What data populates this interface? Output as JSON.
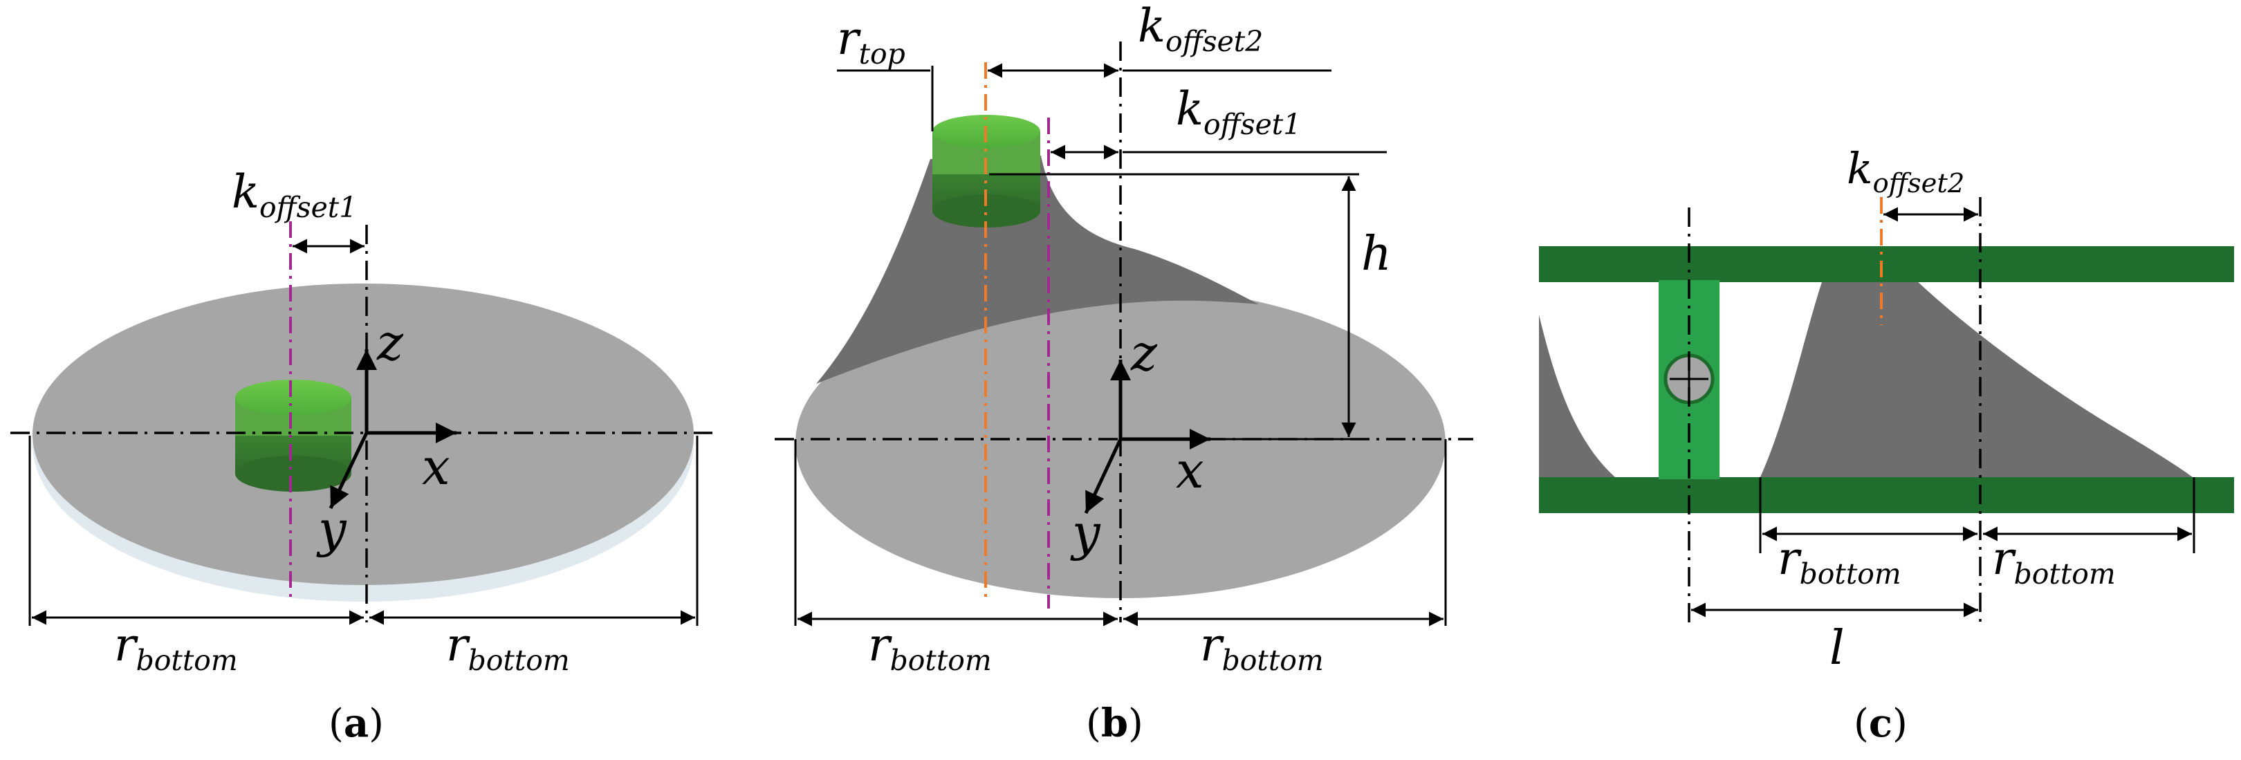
{
  "panels": {
    "a": {
      "caption": "a",
      "labels": {
        "k1_main": "k",
        "k1_sub": "offset1",
        "z": "z",
        "x": "x",
        "y": "y",
        "rb_left_main": "r",
        "rb_left_sub": "bottom",
        "rb_right_main": "r",
        "rb_right_sub": "bottom"
      }
    },
    "b": {
      "caption": "b",
      "labels": {
        "rtop_main": "r",
        "rtop_sub": "top",
        "k2_main": "k",
        "k2_sub": "offset2",
        "k1_main": "k",
        "k1_sub": "offset1",
        "h": "h",
        "z": "z",
        "x": "x",
        "y": "y",
        "rb_left_main": "r",
        "rb_left_sub": "bottom",
        "rb_right_main": "r",
        "rb_right_sub": "bottom"
      }
    },
    "c": {
      "caption": "c",
      "labels": {
        "k2_main": "k",
        "k2_sub": "offset2",
        "rb_left_main": "r",
        "rb_left_sub": "bottom",
        "rb_right_main": "r",
        "rb_right_sub": "bottom",
        "l": "l"
      }
    }
  },
  "colors": {
    "green_light": "#5cb85c",
    "green_dark": "#2e7d32",
    "bar_green": "#1f6e2e",
    "pillar_green": "#2aa14b",
    "grey_disc": "#a6a6a6",
    "grey_membrane": "#6e6e6e",
    "orange_line": "#f07a2a",
    "magenta_line": "#a0288f"
  }
}
